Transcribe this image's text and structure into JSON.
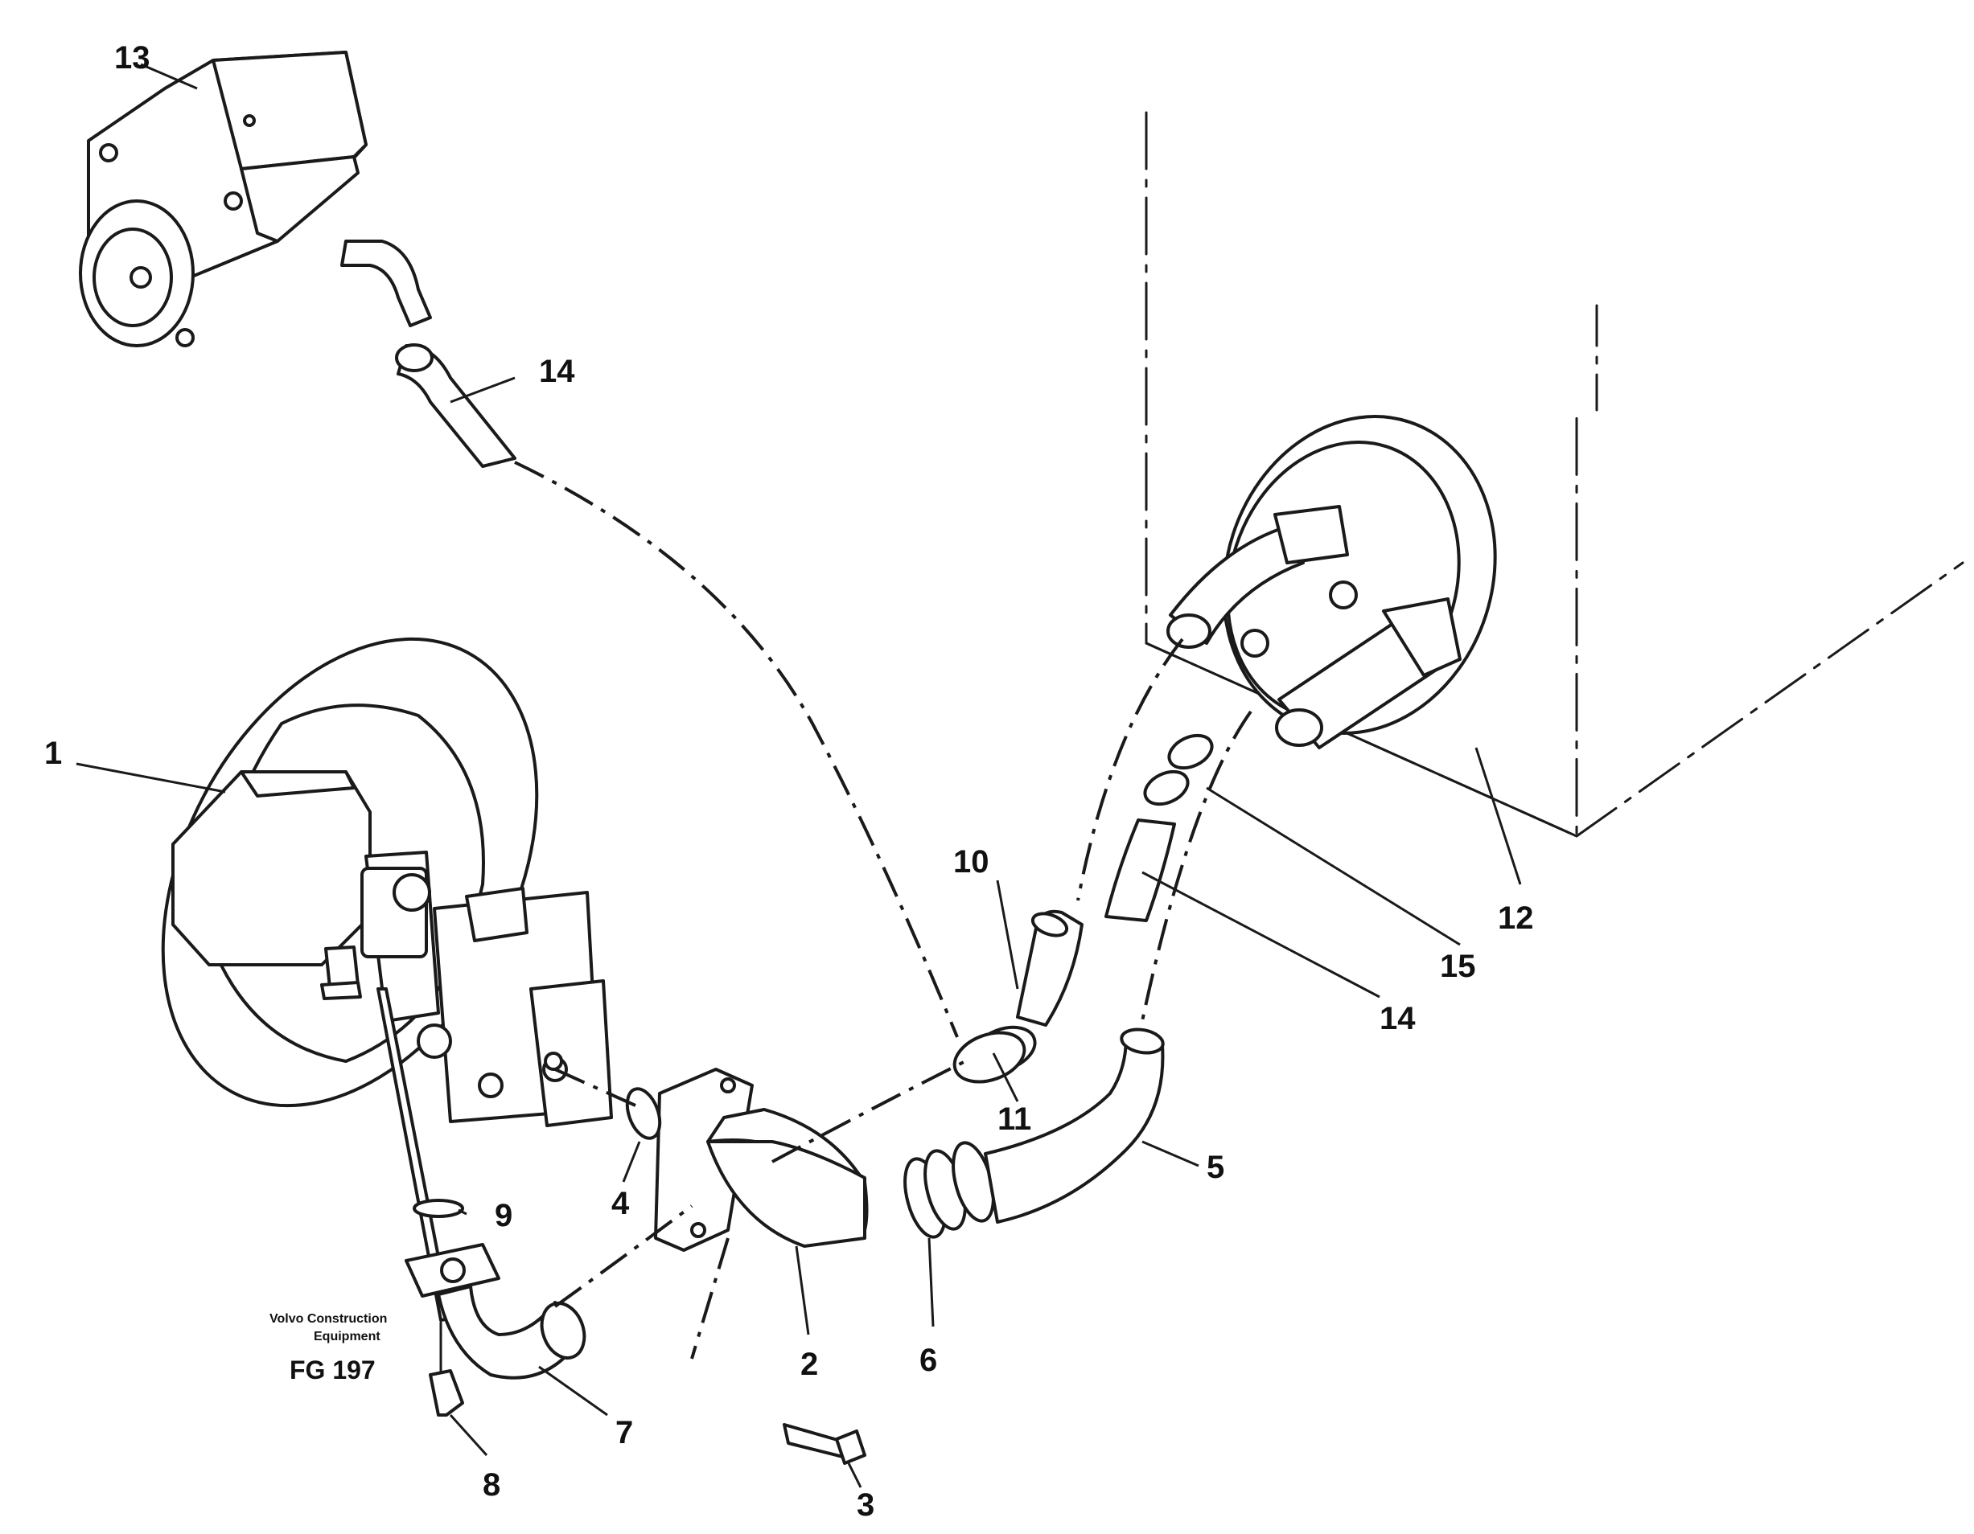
{
  "callouts": {
    "c1": "1",
    "c2": "2",
    "c3": "3",
    "c4": "4",
    "c5": "5",
    "c6": "6",
    "c7": "7",
    "c8": "8",
    "c9": "9",
    "c10": "10",
    "c11": "11",
    "c12": "12",
    "c13": "13",
    "c14a": "14",
    "c14b": "14",
    "c15": "15"
  },
  "footer": {
    "brand_line1": "Volvo Construction",
    "brand_line2": "Equipment",
    "figure_code": "FG 197"
  }
}
